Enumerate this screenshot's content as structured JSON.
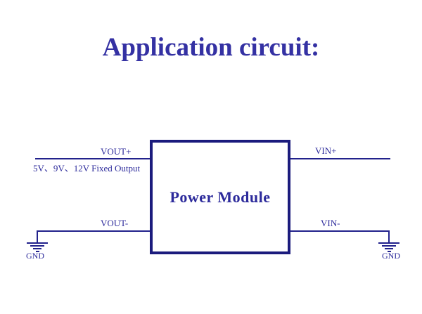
{
  "title": "Application circuit:",
  "module": {
    "label": "Power Module"
  },
  "terminals": {
    "vout_plus": "VOUT+",
    "vout_minus": "VOUT-",
    "vin_plus": "VIN+",
    "vin_minus": "VIN-"
  },
  "output_note": "5V、9V、12V Fixed Output",
  "ground": {
    "left_label": "GND",
    "right_label": "GND"
  },
  "colors": {
    "background": "#ffffff",
    "title": "#3431a3",
    "label": "#2c2a9b",
    "wire": "#22228c",
    "border": "#1b1b7d"
  }
}
